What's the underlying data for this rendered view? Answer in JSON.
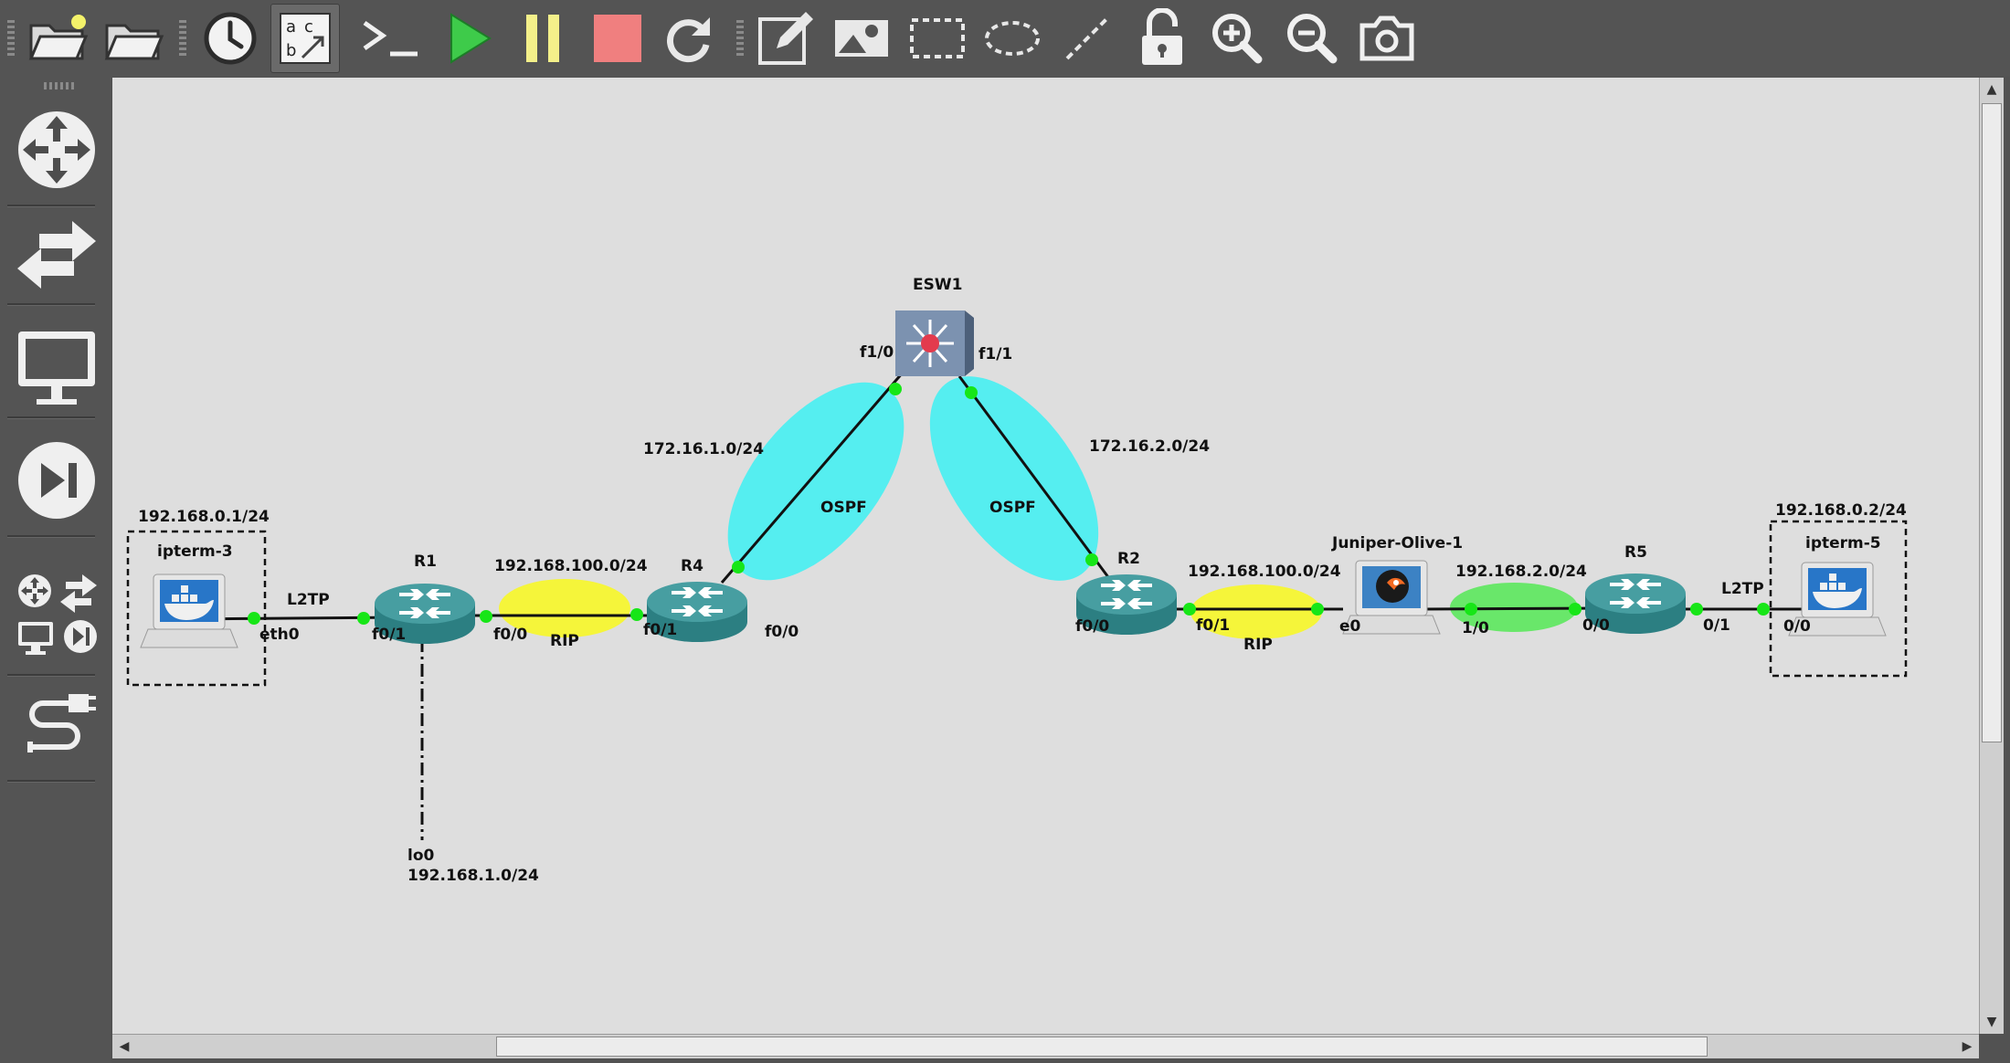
{
  "toolbar": {
    "buttons": [
      {
        "id": "new-project",
        "icon": "folder-new-icon"
      },
      {
        "id": "open-project",
        "icon": "folder-open-icon"
      },
      {
        "id": "snapshot-history",
        "icon": "clock-icon"
      },
      {
        "id": "show-interface-labels",
        "icon": "interface-labels-icon",
        "selected": true
      },
      {
        "id": "console-all",
        "icon": "terminal-icon"
      },
      {
        "id": "start-all",
        "icon": "play-icon"
      },
      {
        "id": "suspend-all",
        "icon": "pause-icon"
      },
      {
        "id": "stop-all",
        "icon": "stop-icon"
      },
      {
        "id": "reload-all",
        "icon": "reload-icon"
      },
      {
        "id": "add-note",
        "icon": "note-edit-icon"
      },
      {
        "id": "insert-image",
        "icon": "image-icon"
      },
      {
        "id": "draw-rectangle",
        "icon": "rectangle-icon"
      },
      {
        "id": "draw-ellipse",
        "icon": "ellipse-icon"
      },
      {
        "id": "draw-line",
        "icon": "line-icon"
      },
      {
        "id": "lock-items",
        "icon": "unlock-icon"
      },
      {
        "id": "zoom-in",
        "icon": "zoom-in-icon"
      },
      {
        "id": "zoom-out",
        "icon": "zoom-out-icon"
      },
      {
        "id": "screenshot",
        "icon": "camera-icon"
      }
    ]
  },
  "sidebar": {
    "items": [
      {
        "id": "routers",
        "icon": "router-category-icon"
      },
      {
        "id": "switches",
        "icon": "switch-category-icon"
      },
      {
        "id": "end-devices",
        "icon": "end-device-category-icon"
      },
      {
        "id": "security-devices",
        "icon": "security-category-icon"
      },
      {
        "id": "all-devices",
        "icon": "all-devices-icon"
      },
      {
        "id": "add-link",
        "icon": "cable-icon"
      }
    ]
  },
  "topology": {
    "nodes": [
      {
        "id": "ipterm3",
        "name": "ipterm-3",
        "ip": "192.168.0.1/24",
        "type": "docker-host"
      },
      {
        "id": "r1",
        "name": "R1",
        "type": "router"
      },
      {
        "id": "r4",
        "name": "R4",
        "type": "router"
      },
      {
        "id": "esw1",
        "name": "ESW1",
        "type": "switch"
      },
      {
        "id": "r2",
        "name": "R2",
        "type": "router"
      },
      {
        "id": "juniper",
        "name": "Juniper-Olive-1",
        "type": "juniper-host"
      },
      {
        "id": "r5",
        "name": "R5",
        "type": "router"
      },
      {
        "id": "ipterm5",
        "name": "ipterm-5",
        "ip": "192.168.0.2/24",
        "type": "docker-host"
      }
    ],
    "interfaces": {
      "ipterm3_eth0": "eth0",
      "r1_f01": "f0/1",
      "r1_f00": "f0/0",
      "r4_f01": "f0/1",
      "r4_f00": "f0/0",
      "esw1_f10": "f1/0",
      "esw1_f11": "f1/1",
      "r2_f00": "f0/0",
      "r2_f01": "f0/1",
      "juniper_e0": "e0",
      "r5_10": "1/0",
      "r5_00": "0/0",
      "r5_01": "0/1",
      "ipterm5_00": "0/0"
    },
    "annotations": {
      "l2tp_left": "L2TP",
      "l2tp_right": "L2TP",
      "rip_left": "RIP",
      "rip_right": "RIP",
      "ospf_left": "OSPF",
      "ospf_right": "OSPF",
      "net_r1_r4": "192.168.100.0/24",
      "net_r2_jun": "192.168.100.0/24",
      "net_jun_r5": "192.168.2.0/24",
      "net_r4_esw": "172.16.1.0/24",
      "net_esw_r2": "172.16.2.0/24",
      "lo0_name": "lo0",
      "lo0_net": "192.168.1.0/24"
    },
    "colors": {
      "rip": "#f5f53a",
      "ospf": "#55eef0",
      "rip_green": "#69e76a",
      "link_status_up": "#17e617"
    }
  }
}
